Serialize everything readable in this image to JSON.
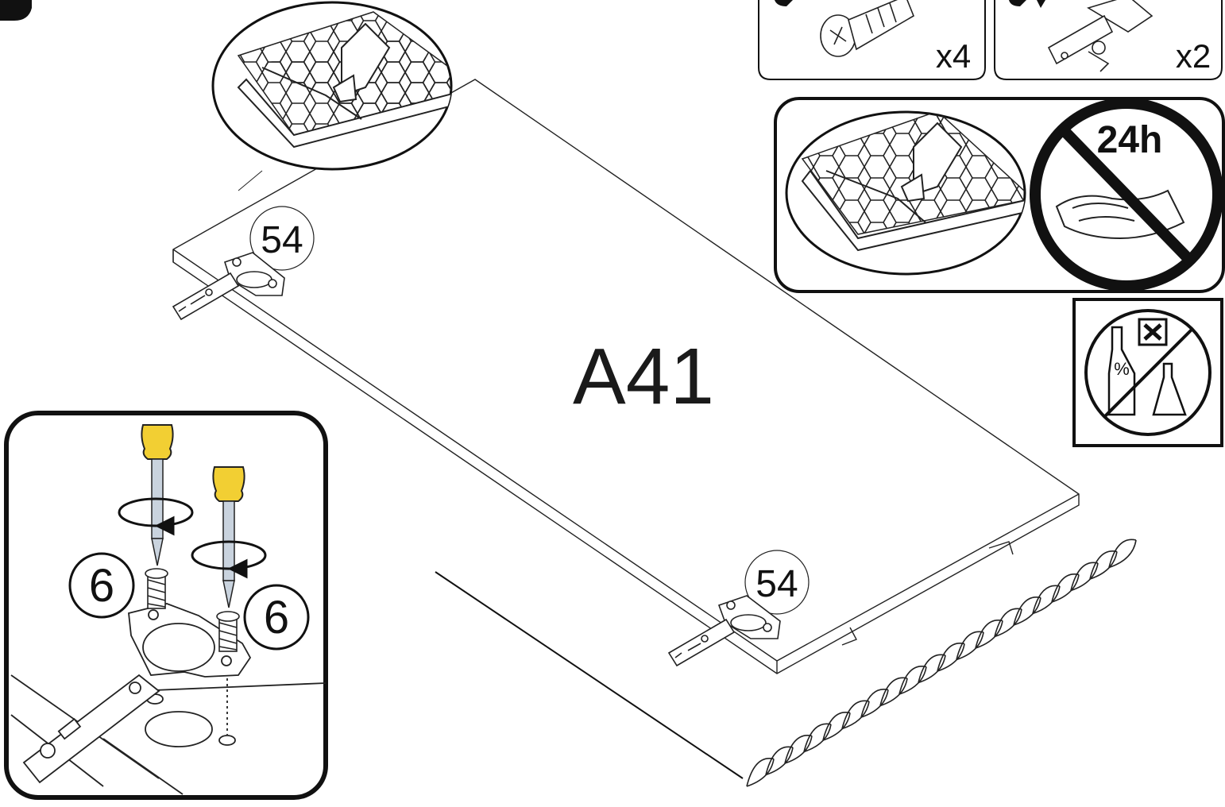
{
  "part_label": "A41",
  "hinge_callouts": [
    "54",
    "54"
  ],
  "screw_callouts": [
    "6",
    "6"
  ],
  "parts_panel": [
    {
      "icon": "screw-icon",
      "quantity": "x4"
    },
    {
      "icon": "hinge-icon",
      "quantity": "x2"
    }
  ],
  "warnings": {
    "film_removal_icon": "peel-protective-film-icon",
    "no_cleaning_text": "24h",
    "no_cleaning_icon": "no-wiping-icon",
    "no_chemicals_icon": "no-alcohol-chemicals-icon",
    "chemical_mark": "%"
  },
  "colors": {
    "line": "#1a1a1a",
    "screwdriver_handle": "#f2cf33",
    "screwdriver_shaft": "#c9d3de",
    "background": "#ffffff"
  }
}
